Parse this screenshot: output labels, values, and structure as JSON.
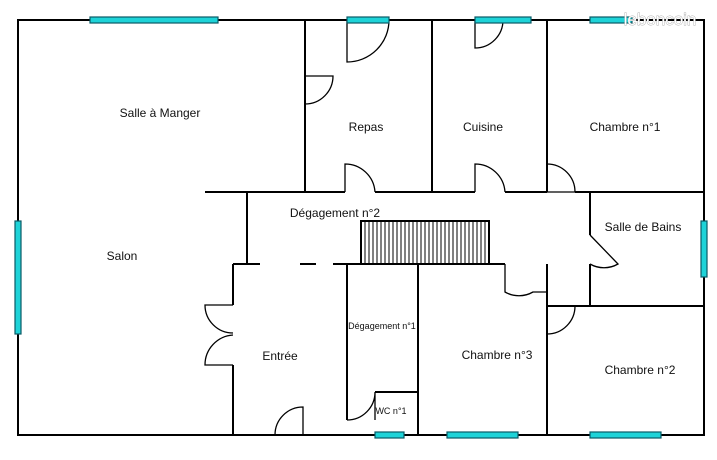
{
  "watermark": "leboncoin",
  "rooms": {
    "salle_a_manger": "Salle à Manger",
    "repas": "Repas",
    "cuisine": "Cuisine",
    "chambre_1": "Chambre n°1",
    "degagement_2": "Dégagement n°2",
    "salle_de_bains": "Salle de Bains",
    "salon": "Salon",
    "degagement_1": "Dégagement n°1",
    "entree": "Entrée",
    "chambre_3": "Chambre n°3",
    "chambre_2": "Chambre n°2",
    "wc_1": "WC n°1"
  },
  "colors": {
    "wall": "#000000",
    "window": "#1ed3d8"
  }
}
